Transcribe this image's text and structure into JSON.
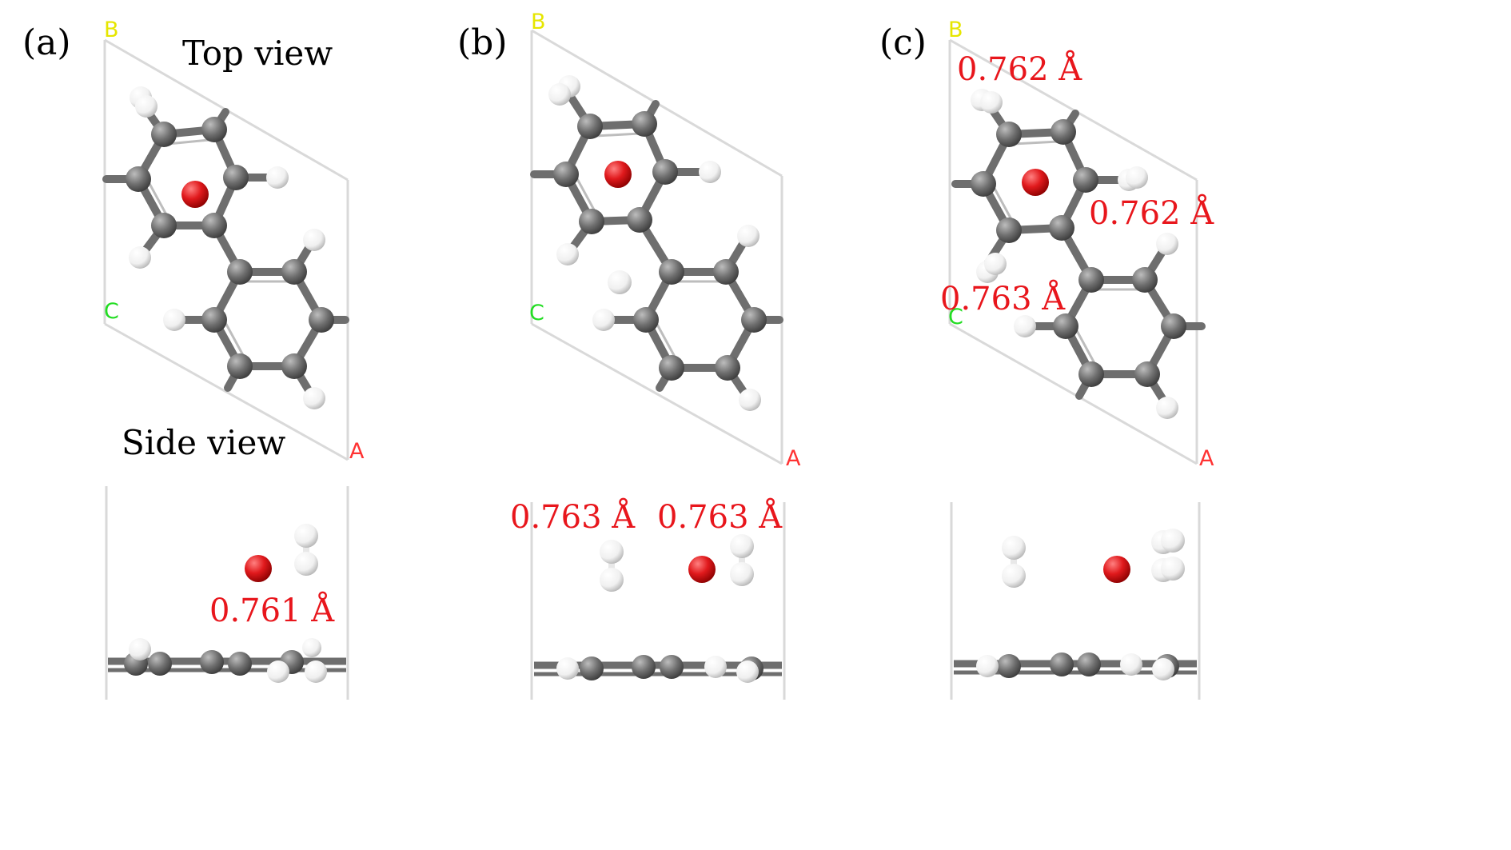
{
  "panels": [
    {
      "label": "(a)",
      "top_caption": "Top view",
      "side_caption": "Side view",
      "axis_b": "B",
      "axis_c": "C",
      "axis_a": "A",
      "bond_labels": [
        "0.761 Å"
      ]
    },
    {
      "label": "(b)",
      "axis_b": "B",
      "axis_c": "C",
      "axis_a": "A",
      "bond_labels": [
        "0.763 Å",
        "0.763 Å"
      ]
    },
    {
      "label": "(c)",
      "axis_b": "B",
      "axis_c": "C",
      "axis_a": "A",
      "bond_labels": [
        "0.762 Å",
        "0.762 Å",
        "0.763 Å"
      ]
    }
  ],
  "colors": {
    "carbon": "#6e6e6e",
    "hydrogen": "#f2f2f2",
    "adatom": "#e0191c",
    "label_red": "#e8161c",
    "axis_b": "#e6e600",
    "axis_c": "#22dd22",
    "axis_a": "#ff3333",
    "cell_line": "#d9d9d9"
  }
}
